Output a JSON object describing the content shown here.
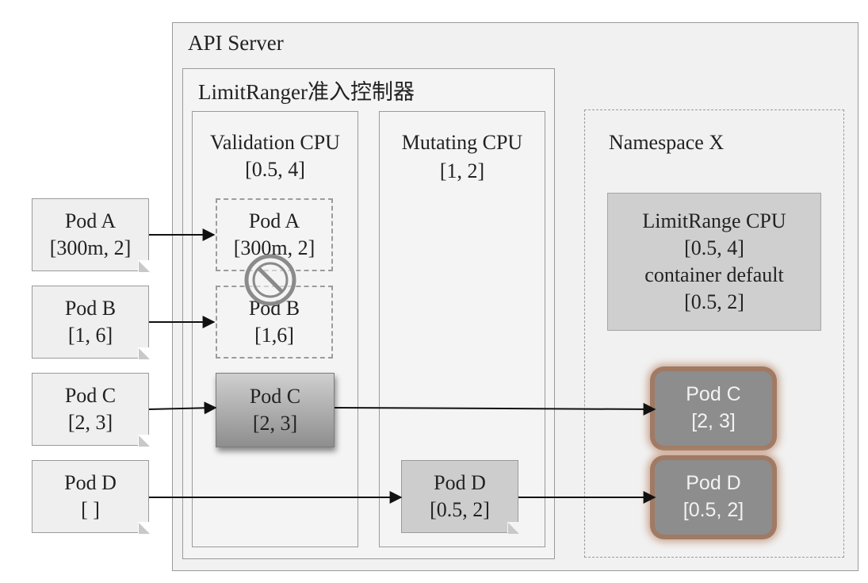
{
  "api_server": {
    "title": "API Server"
  },
  "limitranger": {
    "title": "LimitRanger准入控制器"
  },
  "validation": {
    "title": "Validation CPU",
    "range": "[0.5, 4]"
  },
  "mutating": {
    "title": "Mutating CPU",
    "range": "[1, 2]"
  },
  "namespace": {
    "title": "Namespace X",
    "limitrange": {
      "line1": "LimitRange CPU",
      "line2": "[0.5, 4]",
      "line3": "container default",
      "line4": "[0.5, 2]"
    }
  },
  "inputs": [
    {
      "name": "Pod A",
      "value": "[300m, 2]"
    },
    {
      "name": "Pod B",
      "value": "[1, 6]"
    },
    {
      "name": "Pod C",
      "value": "[2, 3]"
    },
    {
      "name": "Pod D",
      "value": "[ ]"
    }
  ],
  "validation_pods": {
    "a": {
      "name": "Pod A",
      "value": "[300m, 2]"
    },
    "b": {
      "name": "Pod B",
      "value": "[1,6]"
    },
    "c": {
      "name": "Pod C",
      "value": "[2, 3]"
    }
  },
  "mutating_pods": {
    "d": {
      "name": "Pod D",
      "value": "[0.5, 2]"
    }
  },
  "namespace_pods": {
    "c": {
      "name": "Pod C",
      "value": "[2, 3]"
    },
    "d": {
      "name": "Pod D",
      "value": "[0.5, 2]"
    }
  },
  "icons": {
    "reject": "prohibited-icon"
  }
}
